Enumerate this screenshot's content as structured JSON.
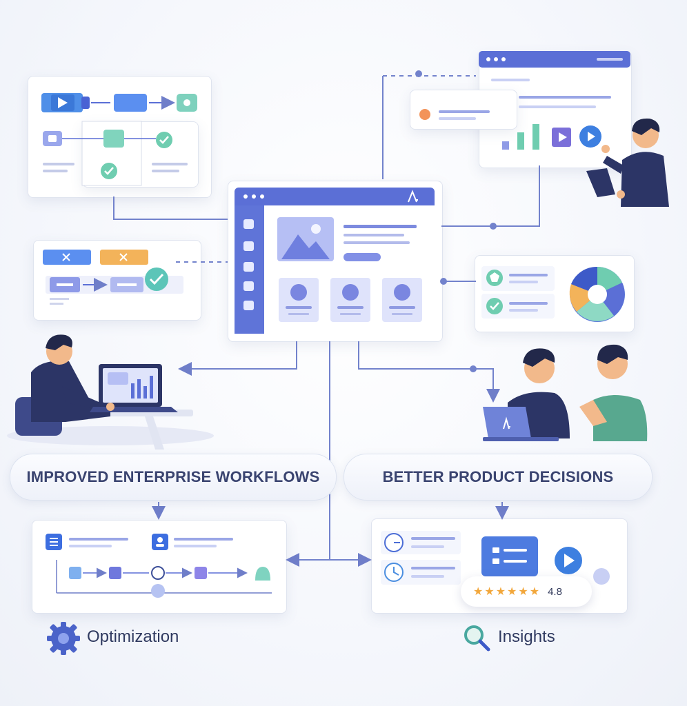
{
  "labels": {
    "workflows": "IMPROVED ENTERPRISE WORKFLOWS",
    "decisions": "BETTER PRODUCT DECISIONS",
    "optimization": "Optimization",
    "insights": "Insights",
    "rating_value": "4.8"
  },
  "rating": {
    "stars": "★★★★★★",
    "value": 4.8
  },
  "colors": {
    "accent": "#5b6fd6",
    "accent_light": "#c9d0f4",
    "teal": "#5cc9a8",
    "orange": "#f3b35a",
    "navy": "#2f3b6b",
    "line": "#6f7ec9"
  },
  "icons": {
    "optimization": "gear-icon",
    "insights": "magnifier-icon",
    "logo": "logo-mark"
  }
}
